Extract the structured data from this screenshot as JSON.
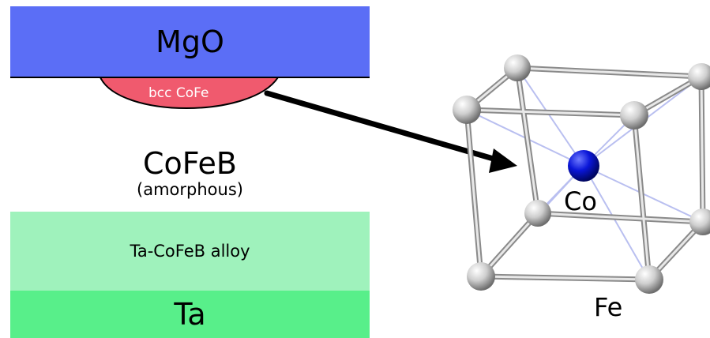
{
  "layers": {
    "mgo": {
      "label": "MgO",
      "color": "#5b6ef6"
    },
    "bcc": {
      "label": "bcc CoFe",
      "color": "#f05a6e"
    },
    "cofeb": {
      "label": "CoFeB",
      "sublabel": "(amorphous)",
      "color": "#ffffff"
    },
    "ta_alloy": {
      "label": "Ta-CoFeB alloy",
      "color": "#9ff2bc"
    },
    "ta": {
      "label": "Ta",
      "color": "#58ef8a"
    }
  },
  "crystal": {
    "center_atom": {
      "label": "Co",
      "color": "#0a16d8"
    },
    "corner_atom": {
      "label": "Fe",
      "color": "#cfcfcf"
    }
  }
}
